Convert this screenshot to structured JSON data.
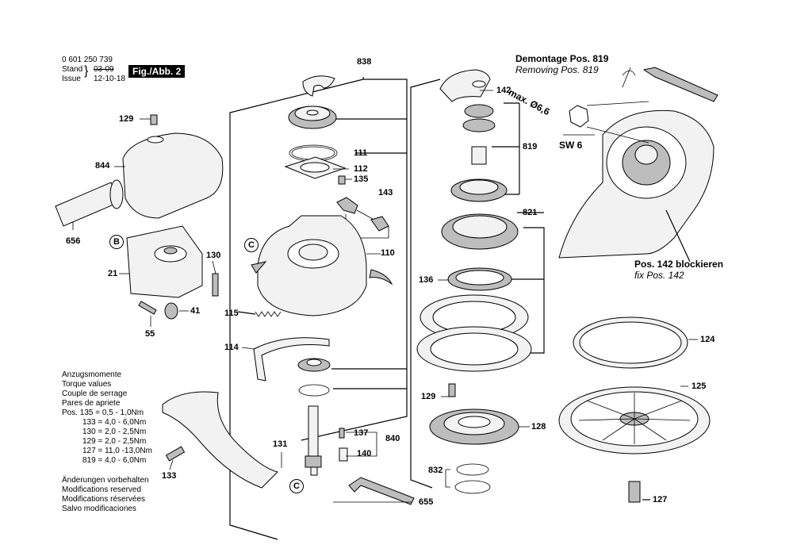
{
  "header": {
    "doc_number": "0 601 250 739",
    "stand_label": "Stand",
    "stand_value": "03-09",
    "issue_label": "Issue",
    "issue_value": "12-10-18",
    "fig_label": "Fig./Abb. 2"
  },
  "torque": {
    "lines": [
      "Anzugsmomente",
      "Torque values",
      "Couple de serrage",
      "Pares de apriete"
    ],
    "rows": [
      "Pos. 135 =   0,5  -  1,0Nm",
      "133 =   4,0  -  6,0Nm",
      "130 =   2,0  -  2,5Nm",
      "129 =   2,0  -  2,5Nm",
      "127 = 11,0  -13,0Nm",
      "819 =   4,0  -  6,0Nm"
    ]
  },
  "modifications": [
    "Änderungen vorbehalten",
    "Modifications reserved",
    "Modifications réservées",
    "Salvo modificaciones"
  ],
  "removal": {
    "title_de": "Demontage Pos. 819",
    "title_en": "Removing Pos. 819",
    "max": "max. Ø6,6",
    "sw": "SW 6",
    "block_de": "Pos. 142 blockieren",
    "block_en": "fix Pos. 142"
  },
  "parts": {
    "p838": "838",
    "p129a": "129",
    "p844": "844",
    "p656": "656",
    "pB": "B",
    "p21": "21",
    "p130": "130",
    "p41": "41",
    "p55": "55",
    "p111": "111",
    "p112": "112",
    "p135": "135",
    "p143": "143",
    "pC1": "C",
    "p110": "110",
    "p115": "115",
    "p114": "114",
    "p131": "131",
    "pC2": "C",
    "p133": "133",
    "p137": "137",
    "p140": "140",
    "p840": "840",
    "p655": "655",
    "p142": "142",
    "p819": "819",
    "p821": "821",
    "p136": "136",
    "p129b": "129",
    "p128": "128",
    "p832": "832",
    "p124": "124",
    "p125": "125",
    "p127": "127"
  }
}
